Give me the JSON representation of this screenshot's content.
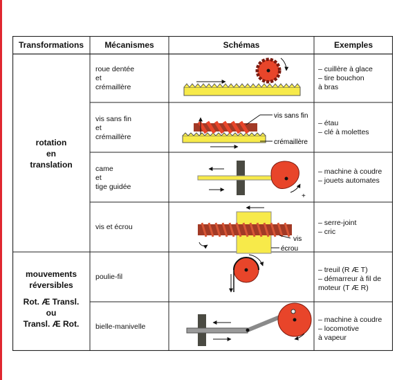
{
  "headers": {
    "transformations": "Transformations",
    "mecanismes": "Mécanismes",
    "schemas": "Schémas",
    "exemples": "Exemples"
  },
  "groups": [
    {
      "label": "rotation\nen\ntranslation"
    },
    {
      "label_a": "mouvements\nréversibles",
      "label_b": "Rot. Æ Transl.\nou\nTransl. Æ Rot."
    }
  ],
  "rows": [
    {
      "mecanisme": "roue dentée\net\ncrémaillère",
      "exemples": "– cuillère à glace\n– tire bouchon\n   à bras",
      "labels": []
    },
    {
      "mecanisme": "vis sans fin\net\ncrémaillère",
      "exemples": "– étau\n– clé à molettes",
      "labels": [
        "vis sans fin",
        "crémaillère"
      ]
    },
    {
      "mecanisme": "came\net\ntige guidée",
      "exemples": "– machine à coudre\n– jouets automates",
      "labels": [
        "+"
      ]
    },
    {
      "mecanisme": "vis et écrou",
      "exemples": "– serre-joint\n– cric",
      "labels": [
        "vis",
        "écrou"
      ]
    },
    {
      "mecanisme": "poulie-fil",
      "exemples": "– treuil (R Æ T)\n– démarreur à fil de\n   moteur (T Æ R)",
      "labels": []
    },
    {
      "mecanisme": "bielle-manivelle",
      "exemples": "– machine à coudre\n– locomotive\n   à vapeur",
      "labels": []
    }
  ],
  "colors": {
    "red": "#e8452a",
    "yellow": "#f7ea4a",
    "dark": "#4a4a42",
    "accent": "#e0262f"
  }
}
